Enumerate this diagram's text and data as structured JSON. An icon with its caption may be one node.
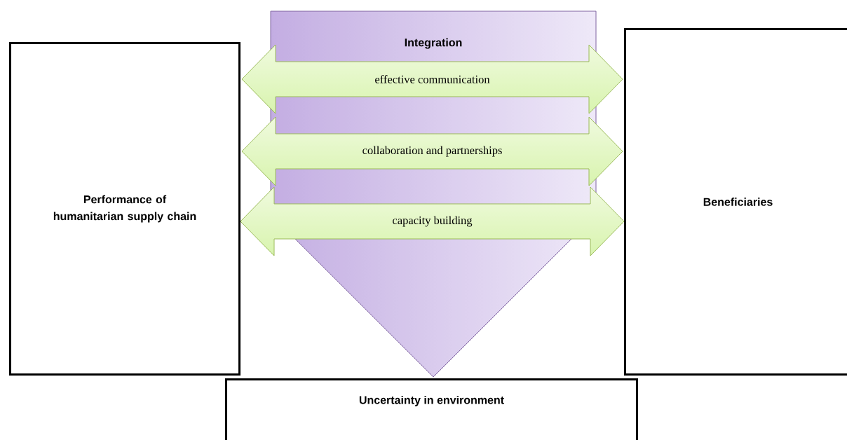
{
  "diagram": {
    "nodes": [
      {
        "text": [
          "Performance of humanitarian supply chain"
        ]
      },
      {
        "text": [
          "Integration"
        ]
      },
      {
        "text": [
          "effective communication"
        ]
      },
      {
        "text": [
          "collaboration and partnerships"
        ]
      },
      {
        "text": [
          "capacity building"
        ]
      },
      {
        "text": [
          "Beneficiaries"
        ]
      },
      {
        "text": [
          "Uncertainty in environment"
        ]
      }
    ]
  }
}
